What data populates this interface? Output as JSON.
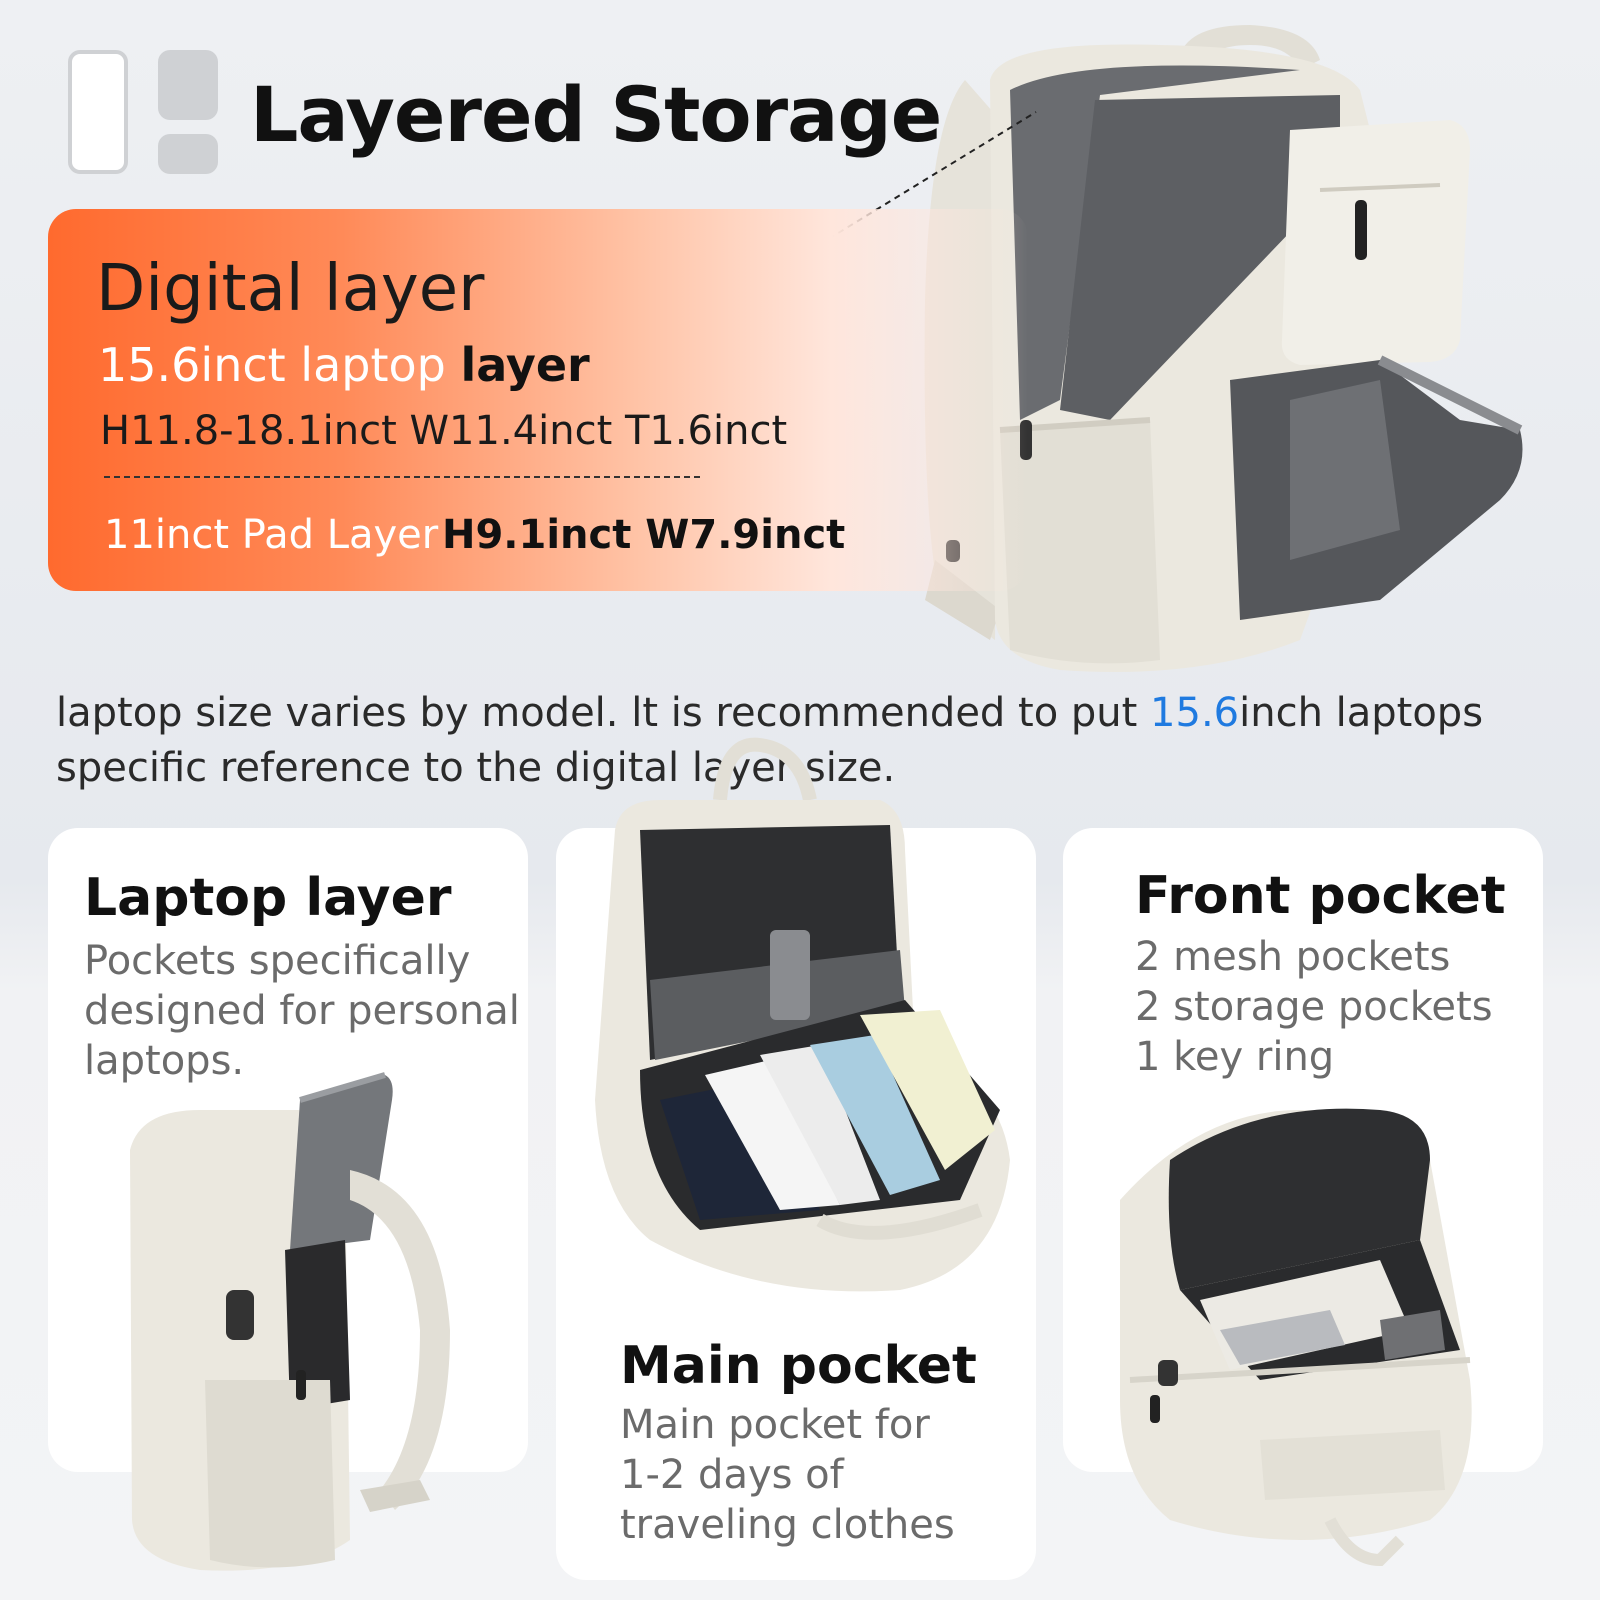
{
  "header": {
    "title": "Layered Storage"
  },
  "digital_layer": {
    "title": "Digital layer",
    "laptop_size": "15.6inct laptop",
    "laptop_word": "layer",
    "laptop_dims": "H11.8-18.1inct W11.4inct T1.6inct",
    "pad_label": "11inct Pad Layer",
    "pad_dims": "H9.1inct W7.9inct"
  },
  "note": {
    "before": "laptop size varies by model. lt is recommended to put ",
    "highlight": "15.6",
    "after": "inch laptops specific reference to the digital layer size."
  },
  "cards": {
    "laptop": {
      "title": "Laptop layer",
      "lines": [
        "Pockets specifically",
        "designed for personal",
        "laptops."
      ]
    },
    "main": {
      "title": "Main pocket",
      "lines": [
        "Main pocket for",
        "1-2 days of",
        "traveling clothes"
      ]
    },
    "front": {
      "title": "Front pocket",
      "lines": [
        "2 mesh pockets",
        "2 storage pockets",
        "1 key ring"
      ]
    }
  },
  "colors": {
    "accent_orange": "#ff6a2e",
    "highlight_blue": "#1f7ae0",
    "bag_cream": "#ece9e0",
    "lining_gray": "#5d5f63"
  }
}
